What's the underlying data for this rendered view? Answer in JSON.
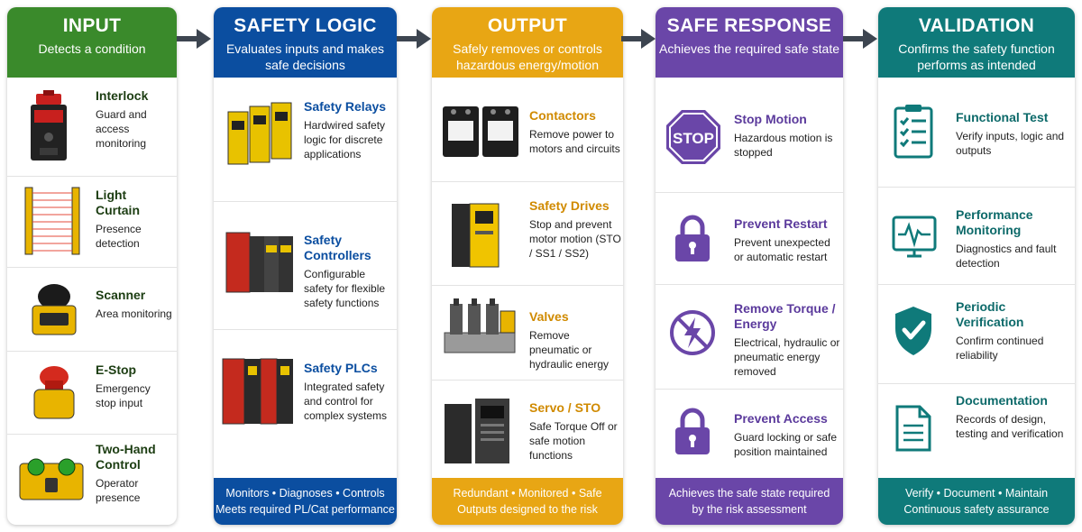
{
  "columns": {
    "input": {
      "title": "INPUT",
      "subtitle": "Detects a condition",
      "items": [
        {
          "name": "Interlock",
          "desc": "Guard and access monitoring"
        },
        {
          "name": "Light Curtain",
          "desc": "Presence detection"
        },
        {
          "name": "Scanner",
          "desc": "Area monitoring"
        },
        {
          "name": "E-Stop",
          "desc": "Emergency stop input"
        },
        {
          "name": "Two-Hand Control",
          "desc": "Operator presence"
        }
      ]
    },
    "logic": {
      "title": "SAFETY LOGIC",
      "subtitle": "Evaluates inputs and makes safe decisions",
      "items": [
        {
          "name": "Safety Relays",
          "desc": "Hardwired safety logic for discrete applications"
        },
        {
          "name": "Safety Controllers",
          "desc": "Configurable safety for flexible safety functions"
        },
        {
          "name": "Safety PLCs",
          "desc": "Integrated safety and control for complex systems"
        }
      ],
      "footer_line1": "Monitors • Diagnoses • Controls",
      "footer_line2": "Meets required PL/Cat performance"
    },
    "output": {
      "title": "OUTPUT",
      "subtitle": "Safely removes or controls hazardous energy/motion",
      "items": [
        {
          "name": "Contactors",
          "desc": "Remove power to motors and circuits"
        },
        {
          "name": "Safety Drives",
          "desc": "Stop and prevent motor motion (STO / SS1 / SS2)"
        },
        {
          "name": "Valves",
          "desc": "Remove pneumatic or hydraulic energy"
        },
        {
          "name": "Servo / STO",
          "desc": "Safe Torque Off or safe motion functions"
        }
      ],
      "footer_line1": "Redundant • Monitored • Safe",
      "footer_line2": "Outputs designed to the risk"
    },
    "response": {
      "title": "SAFE RESPONSE",
      "subtitle": "Achieves the required safe state",
      "stop_sign_text": "STOP",
      "items": [
        {
          "name": "Stop Motion",
          "desc": "Hazardous motion is stopped"
        },
        {
          "name": "Prevent Restart",
          "desc": "Prevent unexpected or automatic restart"
        },
        {
          "name": "Remove Torque / Energy",
          "desc": "Electrical, hydraulic or pneumatic energy removed"
        },
        {
          "name": "Prevent Access",
          "desc": "Guard locking or safe position maintained"
        }
      ],
      "footer_line1": "Achieves the safe state required",
      "footer_line2": "by the risk assessment"
    },
    "validation": {
      "title": "VALIDATION",
      "subtitle": "Confirms the safety function performs as intended",
      "items": [
        {
          "name": "Functional Test",
          "desc": "Verify inputs, logic and outputs"
        },
        {
          "name": "Performance Monitoring",
          "desc": "Diagnostics and fault detection"
        },
        {
          "name": "Periodic Verification",
          "desc": "Confirm continued reliability"
        },
        {
          "name": "Documentation",
          "desc": "Records of design, testing and verification"
        }
      ],
      "footer_line1": "Verify • Document • Maintain",
      "footer_line2": "Continuous safety assurance"
    }
  },
  "colors": {
    "input": "#3a8a2b",
    "logic": "#0b4ea0",
    "output": "#e8a614",
    "response": "#6a46a8",
    "validation": "#0f7a7a",
    "arrow": "#3d4550"
  },
  "icons": {
    "arrow": "right-arrow-icon",
    "stop": "stop-sign-icon",
    "lock": "padlock-icon",
    "no_energy": "no-energy-icon",
    "checklist": "checklist-icon",
    "monitor": "heartbeat-monitor-icon",
    "shield": "shield-check-icon",
    "document": "document-icon"
  }
}
